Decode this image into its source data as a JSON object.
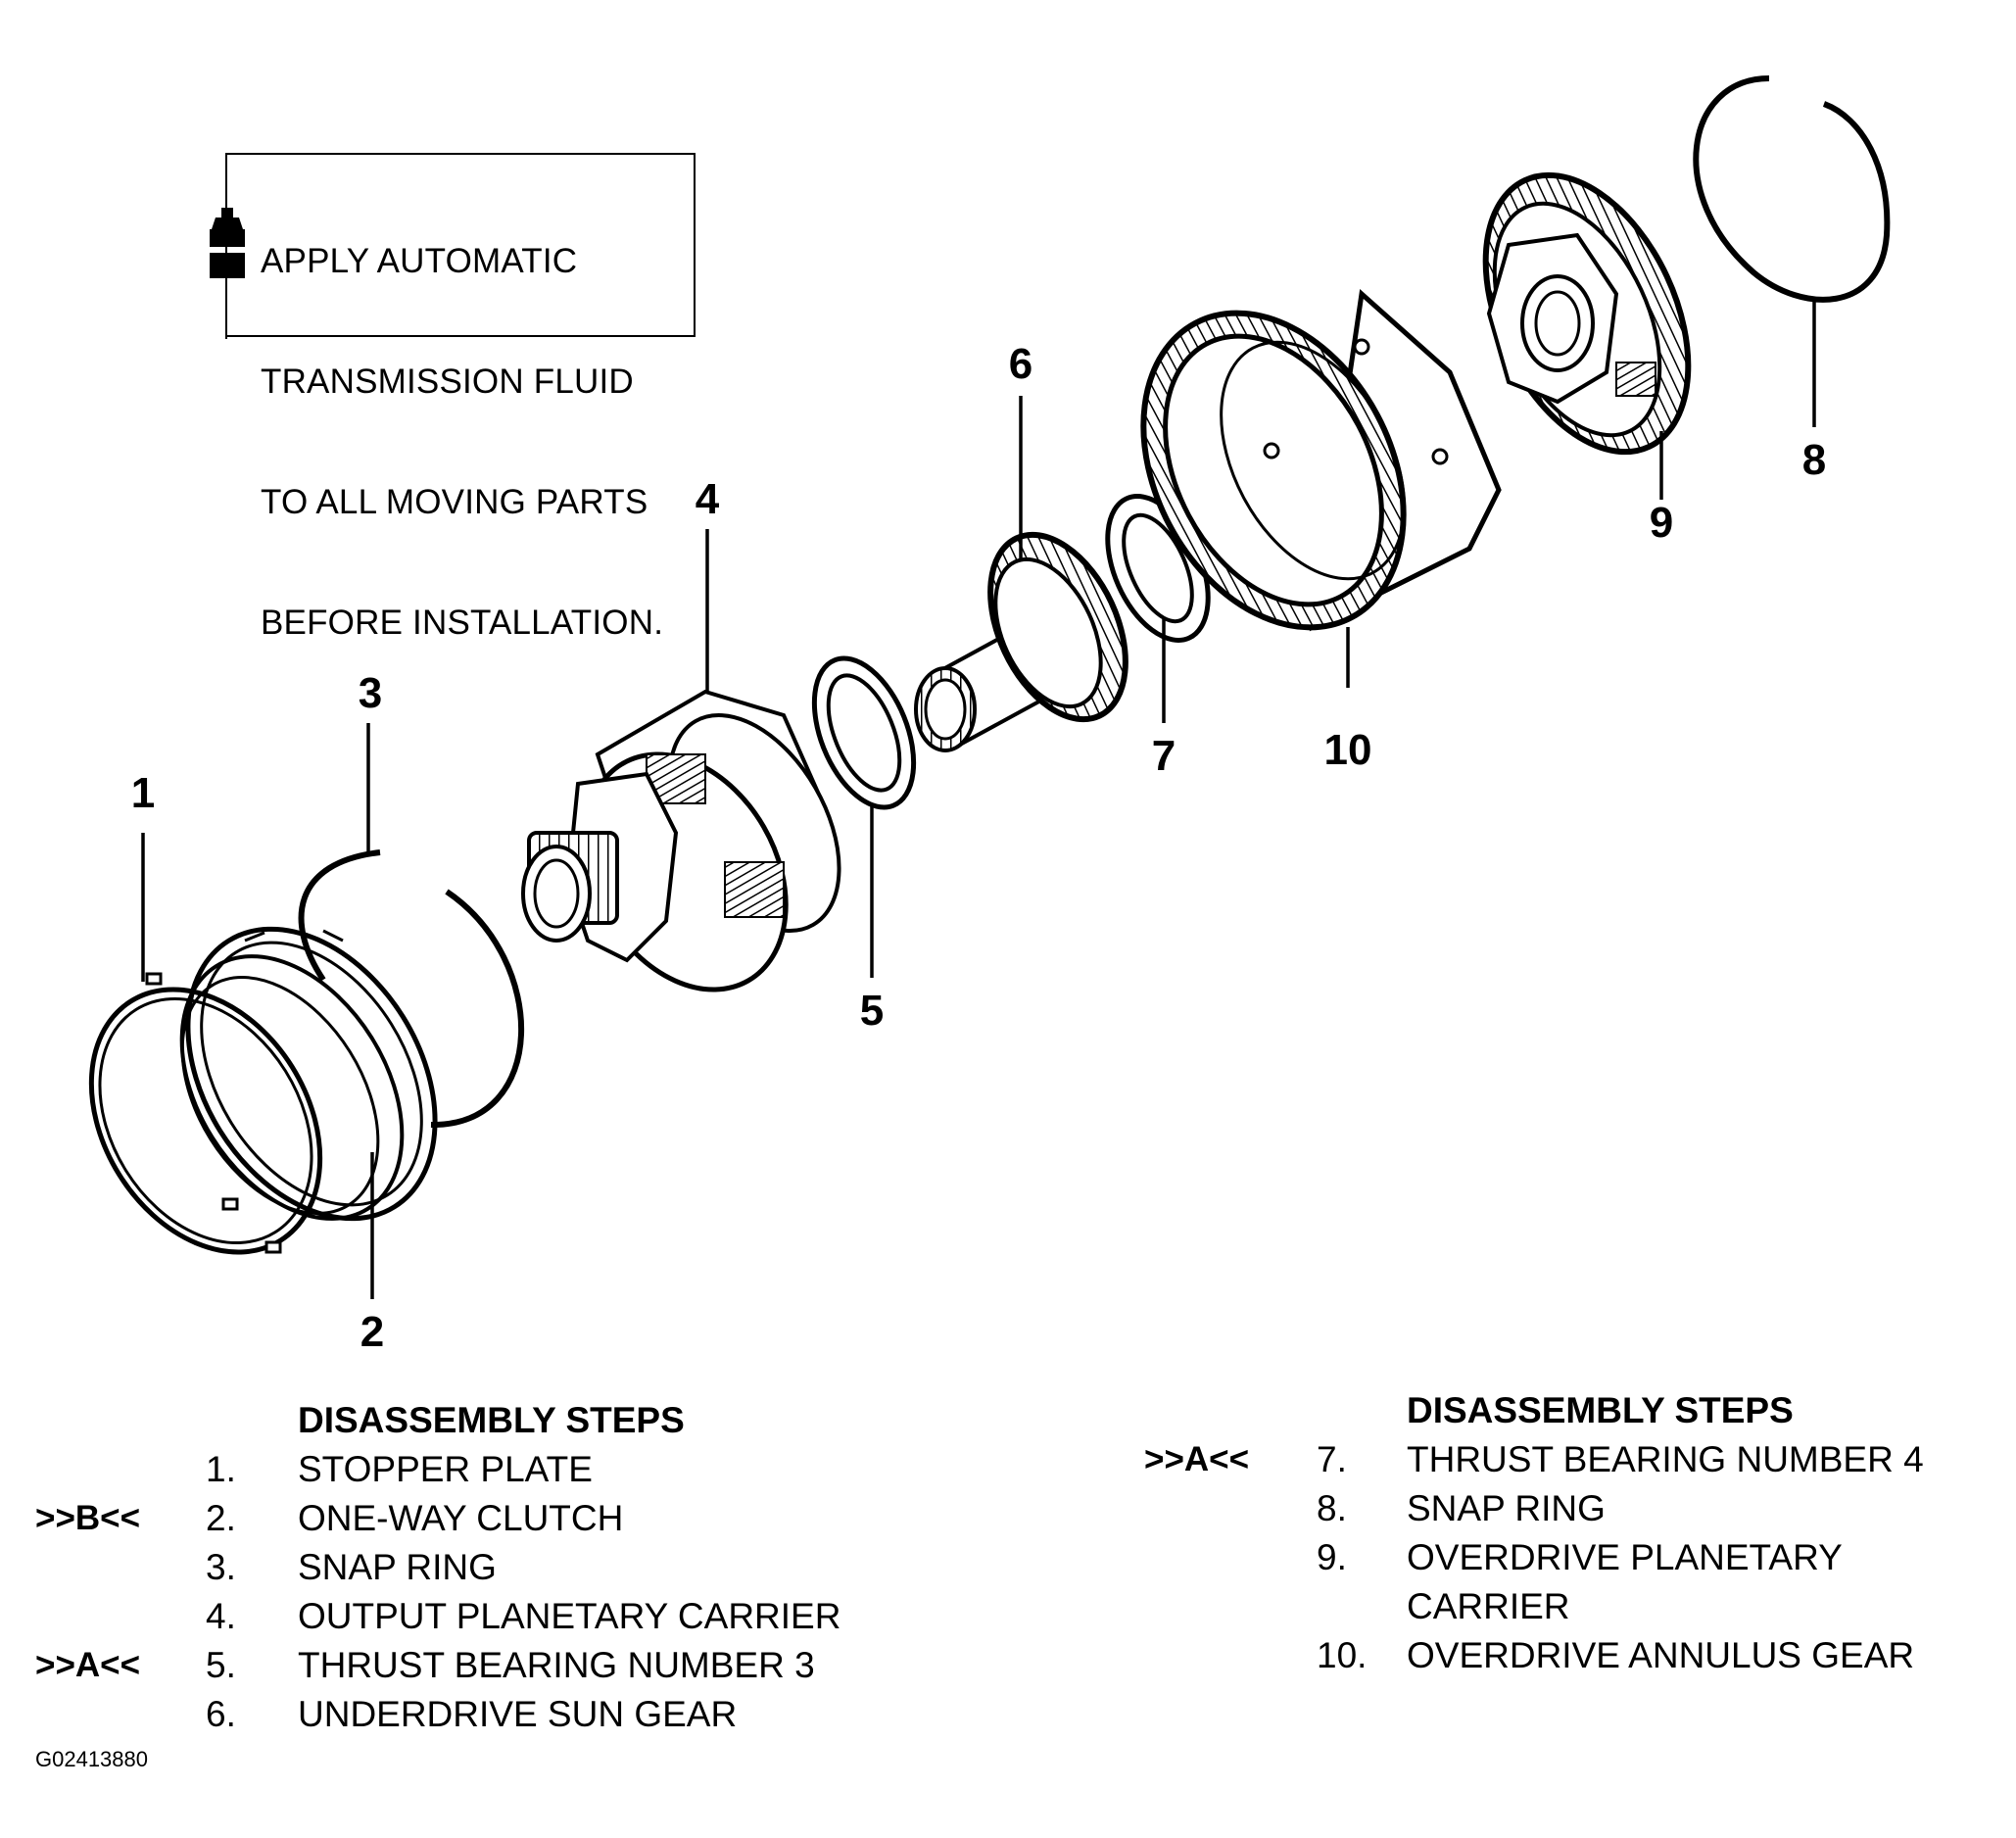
{
  "note": {
    "lines": [
      "APPLY AUTOMATIC",
      "TRANSMISSION FLUID",
      "TO ALL MOVING PARTS",
      "BEFORE INSTALLATION."
    ],
    "icon": "atf-bottle-icon"
  },
  "callouts": [
    "1",
    "2",
    "3",
    "4",
    "5",
    "6",
    "7",
    "8",
    "9",
    "10"
  ],
  "steps_left": {
    "title": "DISASSEMBLY STEPS",
    "items": [
      {
        "mark": "",
        "num": "1.",
        "name": "STOPPER PLATE"
      },
      {
        "mark": ">>B<<",
        "num": "2.",
        "name": "ONE-WAY CLUTCH"
      },
      {
        "mark": "",
        "num": "3.",
        "name": "SNAP RING"
      },
      {
        "mark": "",
        "num": "4.",
        "name": "OUTPUT PLANETARY CARRIER"
      },
      {
        "mark": ">>A<<",
        "num": "5.",
        "name": "THRUST BEARING NUMBER 3"
      },
      {
        "mark": "",
        "num": "6.",
        "name": "UNDERDRIVE SUN GEAR"
      }
    ]
  },
  "steps_right": {
    "title": "DISASSEMBLY STEPS",
    "items": [
      {
        "mark": ">>A<<",
        "num": "7.",
        "name": "THRUST BEARING NUMBER 4"
      },
      {
        "mark": "",
        "num": "8.",
        "name": "SNAP RING"
      },
      {
        "mark": "",
        "num": "9.",
        "name": "OVERDRIVE PLANETARY"
      },
      {
        "mark": "",
        "num": "",
        "name": "CARRIER"
      },
      {
        "mark": "",
        "num": "10.",
        "name": "OVERDRIVE ANNULUS GEAR"
      }
    ]
  },
  "figure_code": "G02413880"
}
